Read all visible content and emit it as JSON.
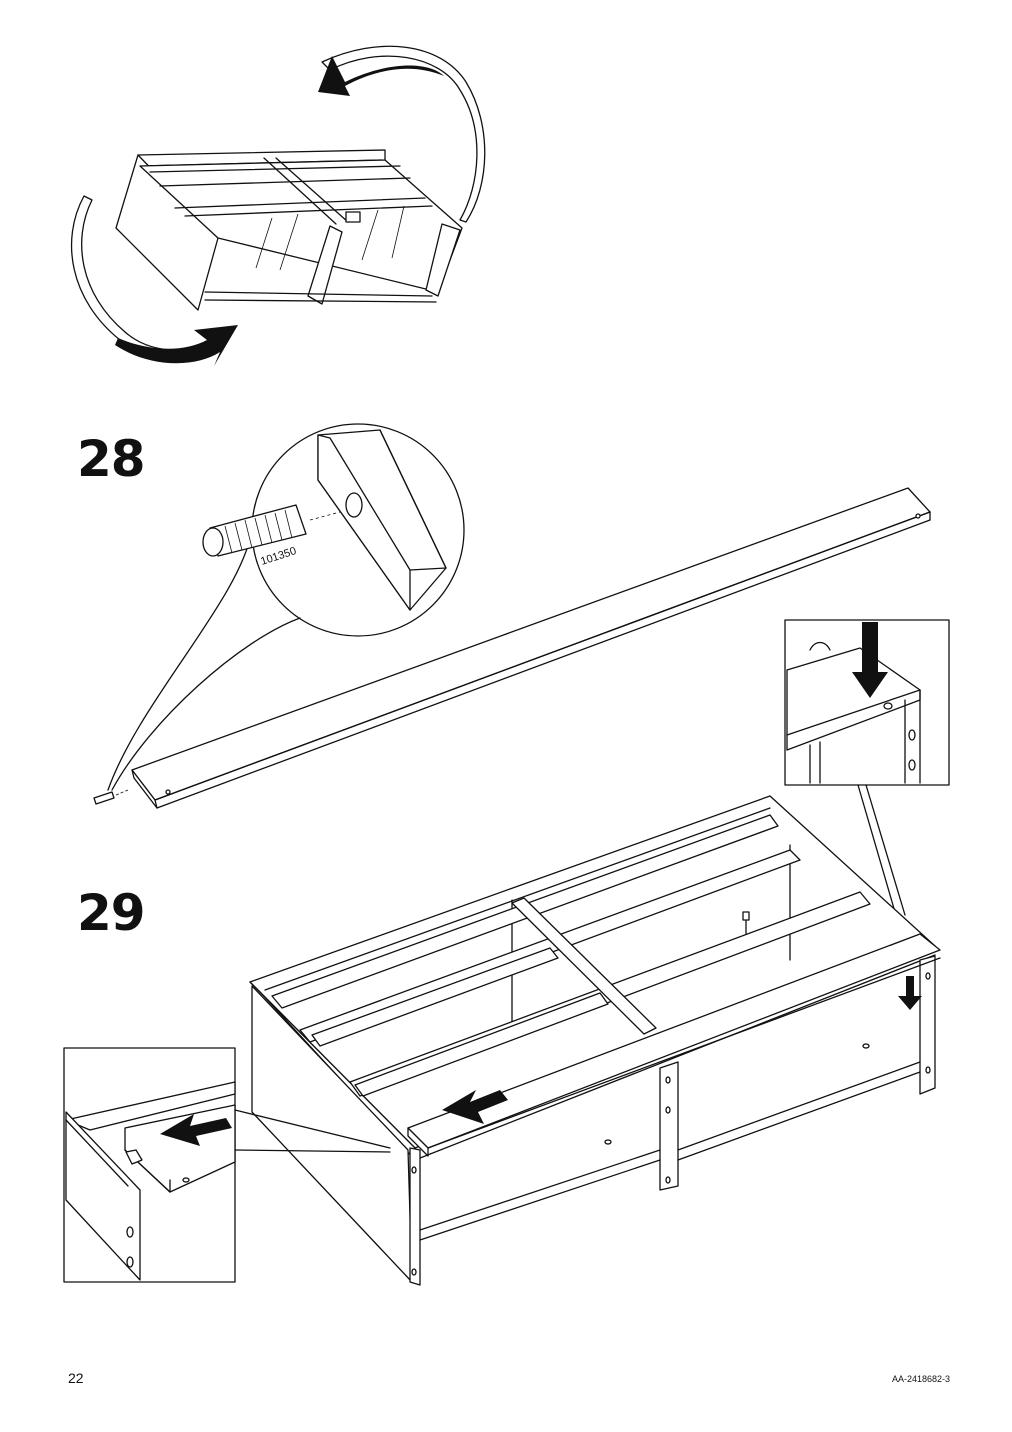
{
  "steps": [
    {
      "number": "28",
      "part_number": "101350"
    },
    {
      "number": "29"
    }
  ],
  "footer": {
    "page_number": "22",
    "document_code": "AA-2418682-3"
  },
  "icons": [
    "rotate-arrow-icon",
    "push-arrow-icon",
    "down-arrow-icon"
  ]
}
